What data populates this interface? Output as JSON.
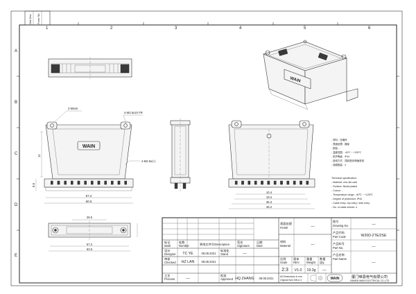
{
  "frame": {
    "zones_top": [
      "1",
      "2",
      "3",
      "4",
      "5",
      "6"
    ],
    "zones_left": [
      "A",
      "B",
      "C",
      "D",
      "E"
    ],
    "corner_label_1": "Old Drw",
    "corner_label_2": "Form Nb"
  },
  "views": {
    "front_logo": "WAIN",
    "side_logo": "WAIN",
    "callout_top_left": "2-M4x6",
    "callout_top_right": "4-M2.5x10-TR",
    "callout_right": "4-M2.5x(+)",
    "dim_height": "11",
    "dim_small": "8.5",
    "dim_total_a": "57.2",
    "dim_total_b": "60.5",
    "dim_right_a": "10.4",
    "dim_right_b": "19.4",
    "dim_right_c": "35.3",
    "dim_right_d": "46.2",
    "dim_bottom_inner": "28.5",
    "dim_bottom_a": "57.2",
    "dim_bottom_b": "63.5"
  },
  "spec_cn": [
    "- 材料：压铸锌",
    "- 表面处理：镀镍",
    "- 颜色：-",
    "- 温度范围：-40℃ ~ +125℃",
    "- 防护等级：IP44",
    "- 进线方式：顶部进线/侧面进线",
    "- 线缆数量：4"
  ],
  "spec_en": [
    "Technical specification:",
    "- Material: zinc die-cast",
    "- Surface: Nickel plated",
    "- Colour: -",
    "- Temperature range: -40℃ ~ +125℃",
    "- Degree of protection: IP44",
    "- Cable entry: top entry / side entry",
    "- No. of cable entries: 4"
  ],
  "title_block": {
    "finish_cn": "表面处理",
    "finish_en": "Finish",
    "finish_val": "—",
    "material_cn": "材料",
    "material_en": "Material",
    "material_val": "—",
    "drawing_no_cn": "图号",
    "drawing_no_en": "Drawing No.",
    "drawing_no_val": "—",
    "part_code_cn": "产品代码",
    "part_code_en": "Part Code",
    "part_code_val": "W20D-2TE/2SE",
    "part_no_cn": "产品料号",
    "part_no_en": "Part No.",
    "part_no_val": "—",
    "part_name_cn": "产品名称",
    "part_name_en": "Part Name",
    "part_name_val": "—",
    "mark_cn": "标记",
    "mark_en": "Mark",
    "number_cn": "处数",
    "number_en": "Number",
    "description": "更改文件号/Description",
    "sign_cn": "签名",
    "sign_en": "Signature",
    "date_cn": "日期",
    "date_en": "Date",
    "designer_cn": "设计",
    "designer_en": "Designer",
    "designer": "TC YE",
    "designer_date": "08.08.2021",
    "stand_cn": "标准化",
    "stand_en": "Stand",
    "stand_val": "—",
    "checked_cn": "审核",
    "checked_en": "Checked",
    "checked": "HZ LAN",
    "checked_date": "08.08.2021",
    "process_cn": "工艺",
    "process_en": "Process",
    "process_val": "—",
    "approved_cn": "批准",
    "approved_en": "Approved",
    "approved": "HQ ZHANG",
    "approved_date": "08.08.2021",
    "scale_cn": "比例",
    "scale_en": "Scale",
    "scale": "2:3",
    "rev_cn": "版本",
    "rev_en": "REV.",
    "rev": "V1.0",
    "weight_cn": "重量",
    "weight_en": "Weight",
    "weight": "19.3g",
    "qty_cn": "数量",
    "qty_en": "Qty.",
    "qty": "—",
    "dims_note_1": "All Dimensions in mm",
    "dims_note_2": "Original Size DIN A 4",
    "company_cn": "厦门唯恩电气有限公司",
    "company_en": "XIAMEN WAIN ELECTRICAL CO.,LTD",
    "logo": "WAIN"
  }
}
